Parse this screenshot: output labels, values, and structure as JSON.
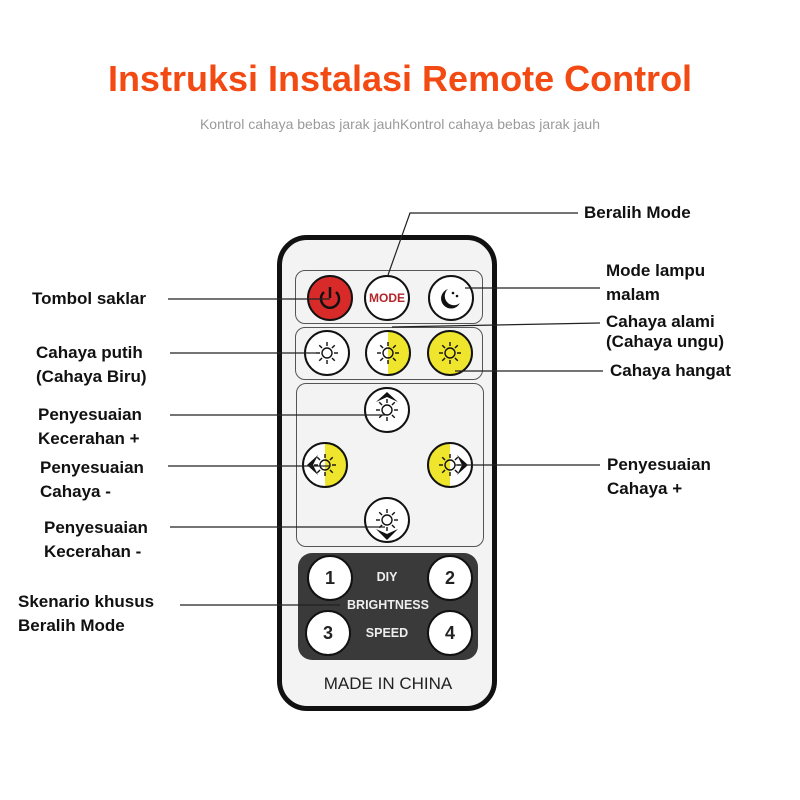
{
  "title": "Instruksi Instalasi Remote Control",
  "subtitle": "Kontrol cahaya bebas jarak jauhKontrol cahaya bebas jarak jauh",
  "remote": {
    "mode_button": "MODE",
    "dark_panel": {
      "btn1": "1",
      "btn2": "2",
      "btn3": "3",
      "btn4": "4",
      "diy": "DIY",
      "brightness": "BRIGHTNESS",
      "speed": "SPEED"
    },
    "footer": "MADE IN CHINA"
  },
  "labels": {
    "beralih_mode": "Beralih Mode",
    "mode_lampu_malam": "Mode lampu\nmalam",
    "tombol_saklar": "Tombol saklar",
    "cahaya_alami": "Cahaya alami\n(Cahaya ungu)",
    "cahaya_putih": "Cahaya putih\n(Cahaya Biru)",
    "cahaya_hangat": "Cahaya hangat",
    "kecerahan_plus": "Penyesuaian\nKecerahan +",
    "cahaya_minus": "Penyesuaian\nCahaya -",
    "cahaya_plus": "Penyesuaian\nCahaya +",
    "kecerahan_minus": "Penyesuaian\nKecerahan -",
    "skenario": "Skenario khusus\nBeralih Mode"
  },
  "colors": {
    "title": "#f24a12",
    "power": "#d92a2a",
    "yellow": "#eee52c"
  }
}
